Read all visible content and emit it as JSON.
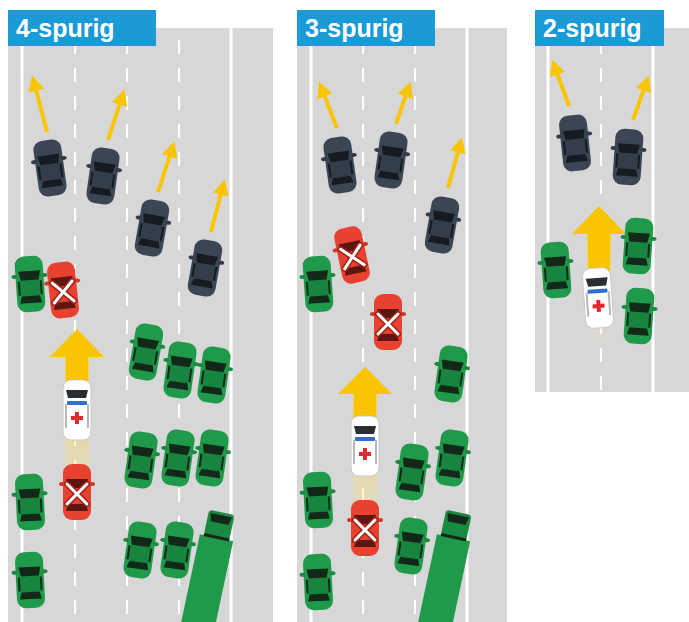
{
  "diagram": {
    "nodes": [
      {
        "text": [
          "4-spurig"
        ]
      },
      {
        "text": [
          "3-spurig"
        ]
      },
      {
        "text": [
          "2-spurig"
        ]
      }
    ]
  }
}
